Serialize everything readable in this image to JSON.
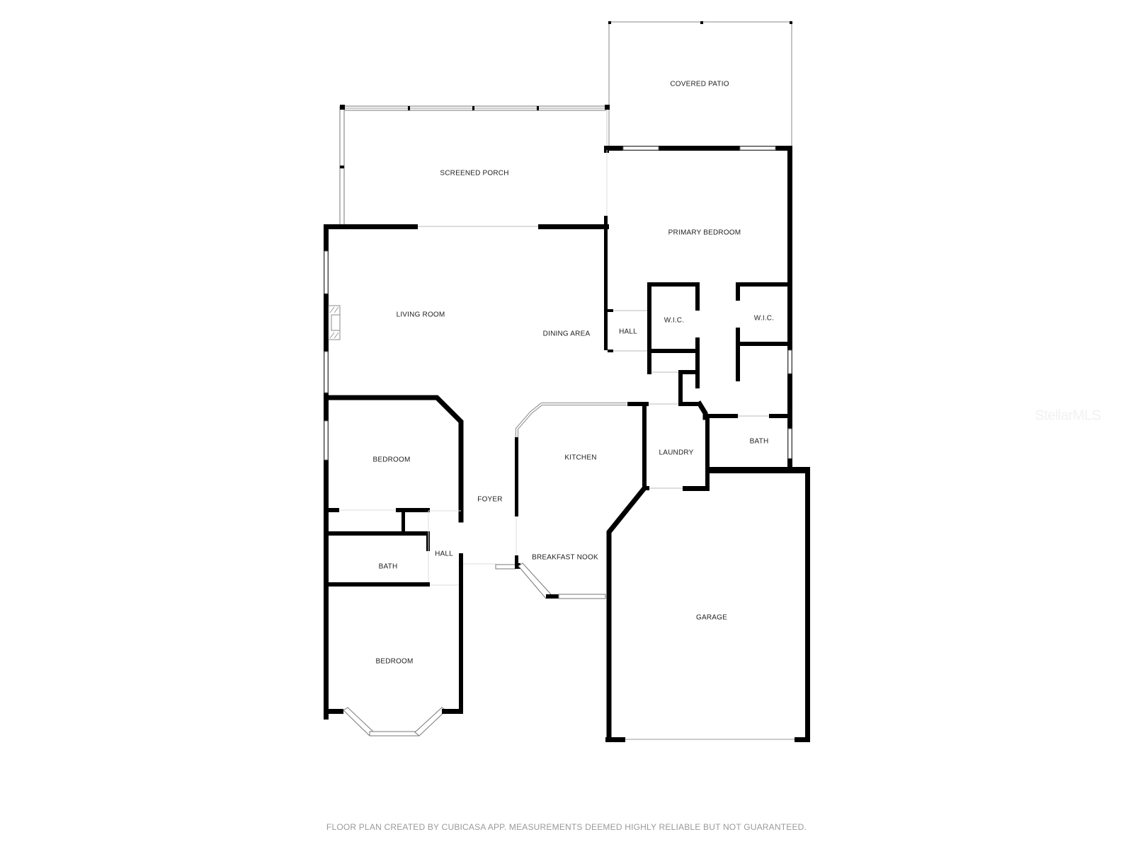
{
  "rooms": {
    "covered_patio": "COVERED PATIO",
    "screened_porch": "SCREENED PORCH",
    "primary_bedroom": "PRIMARY BEDROOM",
    "living_room": "LIVING ROOM",
    "dining_area": "DINING AREA",
    "hall_primary": "HALL",
    "wic_1": "W.I.C.",
    "wic_2": "W.I.C.",
    "bedroom_1": "BEDROOM",
    "kitchen": "KITCHEN",
    "laundry": "LAUNDRY",
    "bath_primary": "BATH",
    "foyer": "FOYER",
    "hall_secondary": "HALL",
    "bath_secondary": "BATH",
    "breakfast_nook": "BREAKFAST NOOK",
    "garage": "GARAGE",
    "bedroom_2": "BEDROOM"
  },
  "footer": "FLOOR PLAN CREATED BY CUBICASA APP. MEASUREMENTS DEEMED HIGHLY RELIABLE BUT NOT GUARANTEED.",
  "watermark": "StellarMLS",
  "colors": {
    "wall": "#000000",
    "background": "#ffffff",
    "footer_text": "#9a9a9a"
  }
}
